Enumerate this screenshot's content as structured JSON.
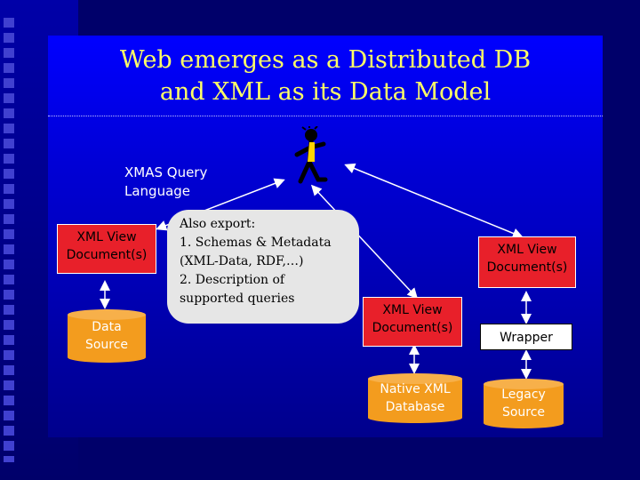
{
  "title_line1": "Web emerges as a Distributed DB",
  "title_line2": "and XML as its Data Model",
  "query_label_line1": "XMAS Query",
  "query_label_line2": "Language",
  "note": {
    "line1": "Also export:",
    "line2": "1. Schemas & Metadata",
    "line3": "(XML-Data, RDF,…)",
    "line4": "2.  Description of",
    "line5": "supported queries"
  },
  "xml_view_left": {
    "line1": "XML View",
    "line2": "Document(s)"
  },
  "xml_view_center": {
    "line1": "XML View",
    "line2": "Document(s)"
  },
  "xml_view_right": {
    "line1": "XML View",
    "line2": "Document(s)"
  },
  "data_source": {
    "line1": "Data",
    "line2": "Source"
  },
  "native_db": {
    "line1": "Native XML",
    "line2": "Database"
  },
  "wrapper": "Wrapper",
  "legacy_source": {
    "line1": "Legacy",
    "line2": "Source"
  },
  "colors": {
    "title": "#ffff66",
    "document": "#e8202a",
    "source": "#f39c1e",
    "background": "#0000ff"
  }
}
